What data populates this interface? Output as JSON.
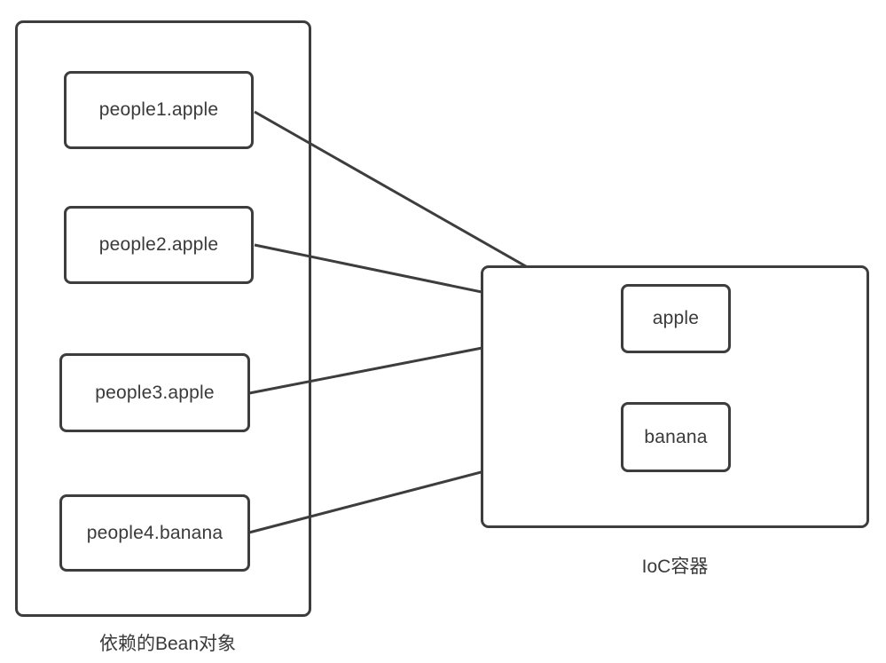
{
  "diagram": {
    "left_group": {
      "caption": "依赖的Bean对象",
      "nodes": [
        {
          "label": "people1.apple"
        },
        {
          "label": "people2.apple"
        },
        {
          "label": "people3.apple"
        },
        {
          "label": "people4.banana"
        }
      ]
    },
    "right_group": {
      "caption": "IoC容器",
      "nodes": [
        {
          "label": "apple"
        },
        {
          "label": "banana"
        }
      ]
    },
    "edges": [
      {
        "from": "people1.apple",
        "to": "apple"
      },
      {
        "from": "people2.apple",
        "to": "apple"
      },
      {
        "from": "people3.apple",
        "to": "apple"
      },
      {
        "from": "people4.banana",
        "to": "banana"
      }
    ],
    "colors": {
      "stroke": "#3d3d3d",
      "text": "#3a3a3a",
      "background": "#ffffff"
    }
  }
}
